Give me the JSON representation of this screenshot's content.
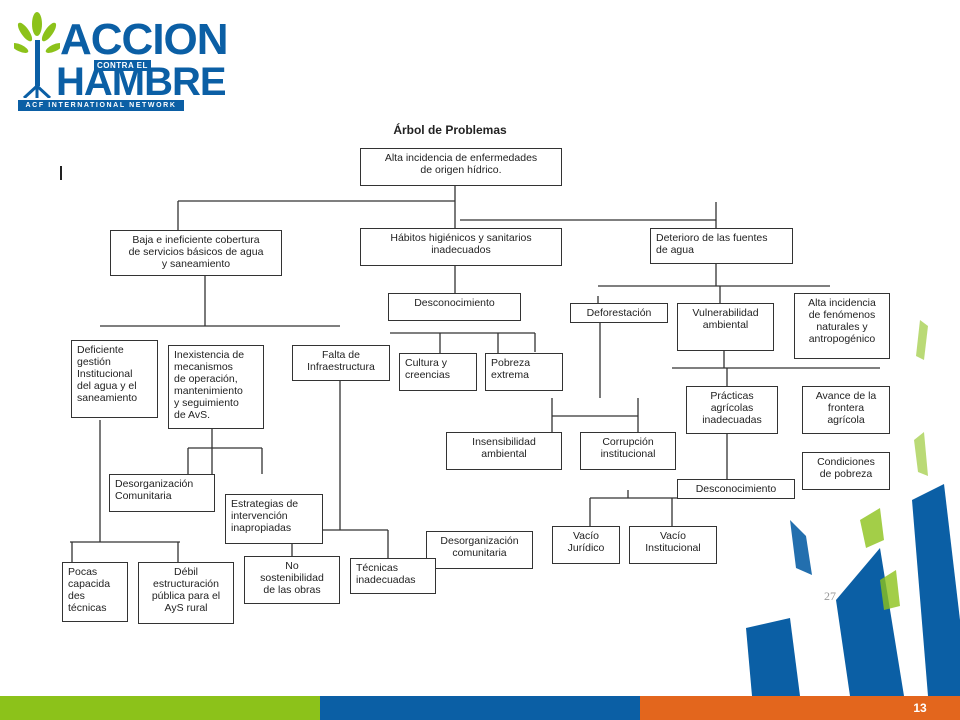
{
  "logo": {
    "line1": "ACCION",
    "line2": "CONTRA EL",
    "line3": "HAMBRE",
    "network": "ACF INTERNATIONAL NETWORK",
    "color": "#0b5fa5",
    "leaf_color": "#8cc21a"
  },
  "diagram": {
    "title": "Árbol de Problemas",
    "nodes": {
      "root": "Alta incidencia de enfermedades\nde origen hídrico.",
      "baja_cobertura": "Baja e ineficiente cobertura\nde servicios básicos de agua\ny saneamiento",
      "habitos": "Hábitos higiénicos y sanitarios\ninadecuados",
      "deterioro": "Deterioro de las fuentes\nde agua",
      "deficiente_gestion": "Deficiente\ngestión\nInstitucional\ndel agua y el\nsaneamiento",
      "inexistencia": "Inexistencia de\nmecanismos\nde operación,\nmantenimiento\ny seguimiento\nde AvS.",
      "falta_infra": "Falta de\nInfraestructura",
      "desconocimiento_1": "Desconocimiento",
      "cultura": "Cultura y\ncreencias",
      "pobreza_extrema": "Pobreza\nextrema",
      "deforestacion": "Deforestación",
      "vulnerabilidad": "Vulnerabilidad\nambiental",
      "alta_incidencia_fen": "Alta incidencia\nde fenómenos\nnaturales y\nantropogénico",
      "insensibilidad": "Insensibilidad\nambiental",
      "corrupcion": "Corrupción\ninstitucional",
      "practicas": "Prácticas\nagrícolas\ninadecuadas",
      "avance_frontera": "Avance de la\nfrontera\nagrícola",
      "condiciones_pobreza": "Condiciones\nde pobreza",
      "desconocimiento_2": "Desconocimiento",
      "desorg_1": "Desorganización\nComunitaria",
      "estrategias": "Estrategias de\nintervención\ninapropiadas",
      "desorg_2": "Desorganización\ncomunitaria",
      "vacio_juridico": "Vacío\nJurídico",
      "vacio_institucional": "Vacío\nInstitucional",
      "pocas_capacidades": "Pocas\ncapacida\ndes\ntécnicas",
      "debil_estructuracion": "Débil\nestructuración\npública para el\nAyS rural",
      "no_sostenibilidad": "No\nsostenibilidad\nde las obras",
      "tecnicas_inadecuadas": "Técnicas\ninadecuadas"
    }
  },
  "page_number_scan": "27",
  "footer": {
    "slide_number": "13",
    "colors": [
      "#8cc21a",
      "#0b5fa5",
      "#e3661d"
    ]
  }
}
